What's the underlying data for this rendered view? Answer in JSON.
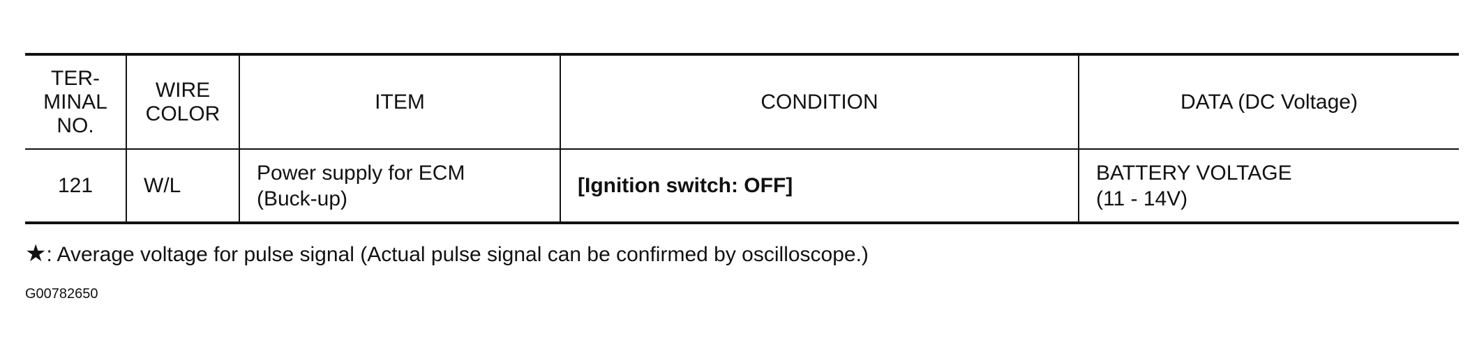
{
  "table": {
    "headers": {
      "terminal_no": [
        "TER-",
        "MINAL",
        "NO."
      ],
      "wire_color": [
        "WIRE",
        "COLOR"
      ],
      "item": "ITEM",
      "condition": "CONDITION",
      "data": "DATA (DC Voltage)"
    },
    "rows": [
      {
        "terminal_no": "121",
        "wire_color": "W/L",
        "item": [
          "Power supply for ECM",
          "(Buck-up)"
        ],
        "condition": "[Ignition switch: OFF]",
        "data": [
          "BATTERY VOLTAGE",
          "(11 - 14V)"
        ]
      }
    ]
  },
  "footnote": {
    "symbol": "★",
    "text": ": Average voltage for pulse signal (Actual pulse signal can be confirmed by oscilloscope.)"
  },
  "figure_id": "G00782650"
}
